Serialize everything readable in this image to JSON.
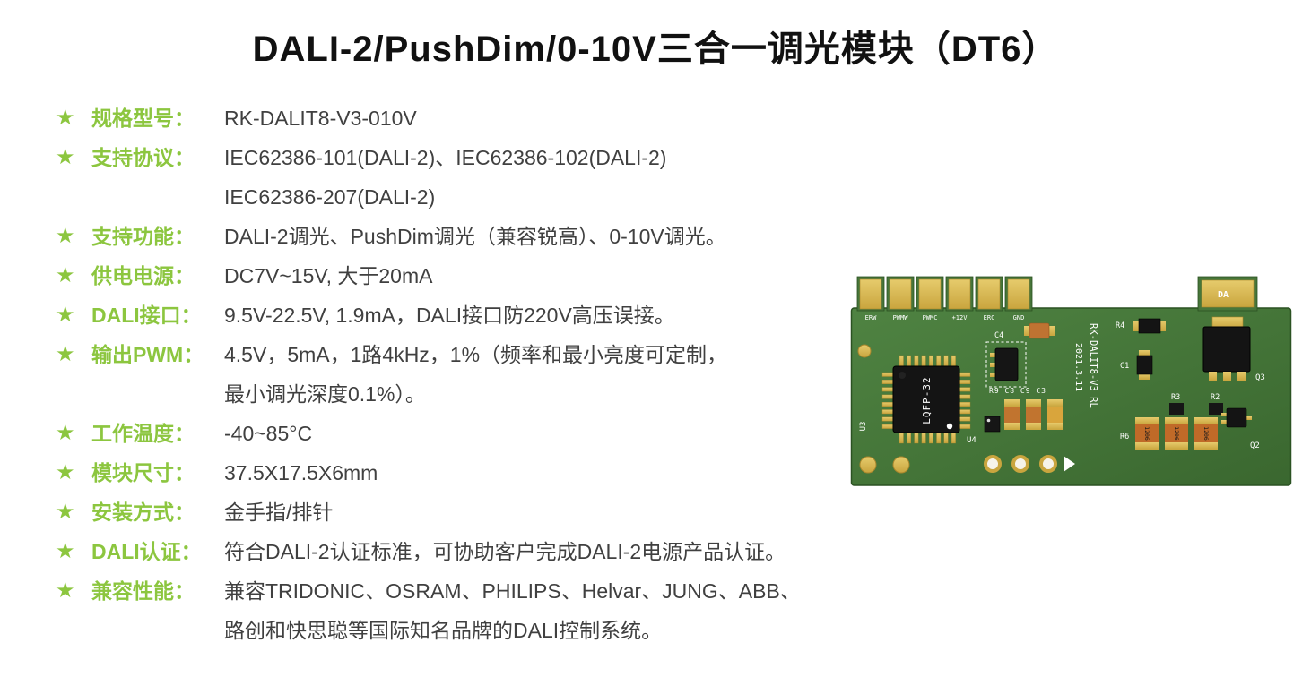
{
  "title": "DALI-2/PushDim/0-10V三合一调光模块（DT6）",
  "icons": {
    "star": "★"
  },
  "specs": [
    {
      "label": "规格型号：",
      "lines": [
        "RK-DALIT8-V3-010V"
      ]
    },
    {
      "label": "支持协议：",
      "lines": [
        "IEC62386-101(DALI-2)、IEC62386-102(DALI-2)",
        "IEC62386-207(DALI-2)"
      ]
    },
    {
      "label": "支持功能：",
      "lines": [
        "DALI-2调光、PushDim调光（兼容锐高）、0-10V调光。"
      ]
    },
    {
      "label": "供电电源：",
      "lines": [
        "DC7V~15V, 大于20mA"
      ]
    },
    {
      "label": "DALI接口：",
      "lines": [
        "9.5V-22.5V, 1.9mA，DALI接口防220V高压误接。"
      ]
    },
    {
      "label": "输出PWM：",
      "lines": [
        "4.5V，5mA，1路4kHz，1%（频率和最小亮度可定制，",
        "最小调光深度0.1%）。"
      ]
    },
    {
      "label": "工作温度：",
      "lines": [
        "-40~85°C"
      ]
    },
    {
      "label": "模块尺寸：",
      "lines": [
        "37.5X17.5X6mm"
      ]
    },
    {
      "label": "安装方式：",
      "lines": [
        "金手指/排针"
      ]
    },
    {
      "label": "DALI认证：",
      "lines": [
        "符合DALI-2认证标准，可协助客户完成DALI-2电源产品认证。"
      ]
    },
    {
      "label": "兼容性能：",
      "lines": [
        "兼容TRIDONIC、OSRAM、PHILIPS、Helvar、JUNG、ABB、",
        "路创和快思聪等国际知名品牌的DALI控制系统。"
      ]
    }
  ],
  "pcb": {
    "pin_labels": [
      "ERW",
      "PWMW",
      "PWMC",
      "+12V",
      "ERC",
      "GND"
    ],
    "da_pad_label": "DA",
    "ref_u3": "U3",
    "ref_u4": "U4",
    "chip_marking": "LQFP-32",
    "ref_c4": "C4",
    "ref_row": "R9 C8 C9 C3",
    "board_marking": "RK-DALIT8-V3  RL",
    "date_marking": "2021.3.11",
    "ref_r4": "R4",
    "ref_c1": "C1",
    "ref_q3": "Q3",
    "ref_r3": "R3",
    "ref_r2": "R2",
    "ref_r6": "R6",
    "ref_q2": "Q2",
    "resistor_marking": "1206"
  },
  "colors": {
    "accent_green": "#8CC63F",
    "text_dark": "#404040",
    "pcb_green": "#47763A",
    "pad_gold": "#D5B44C"
  }
}
